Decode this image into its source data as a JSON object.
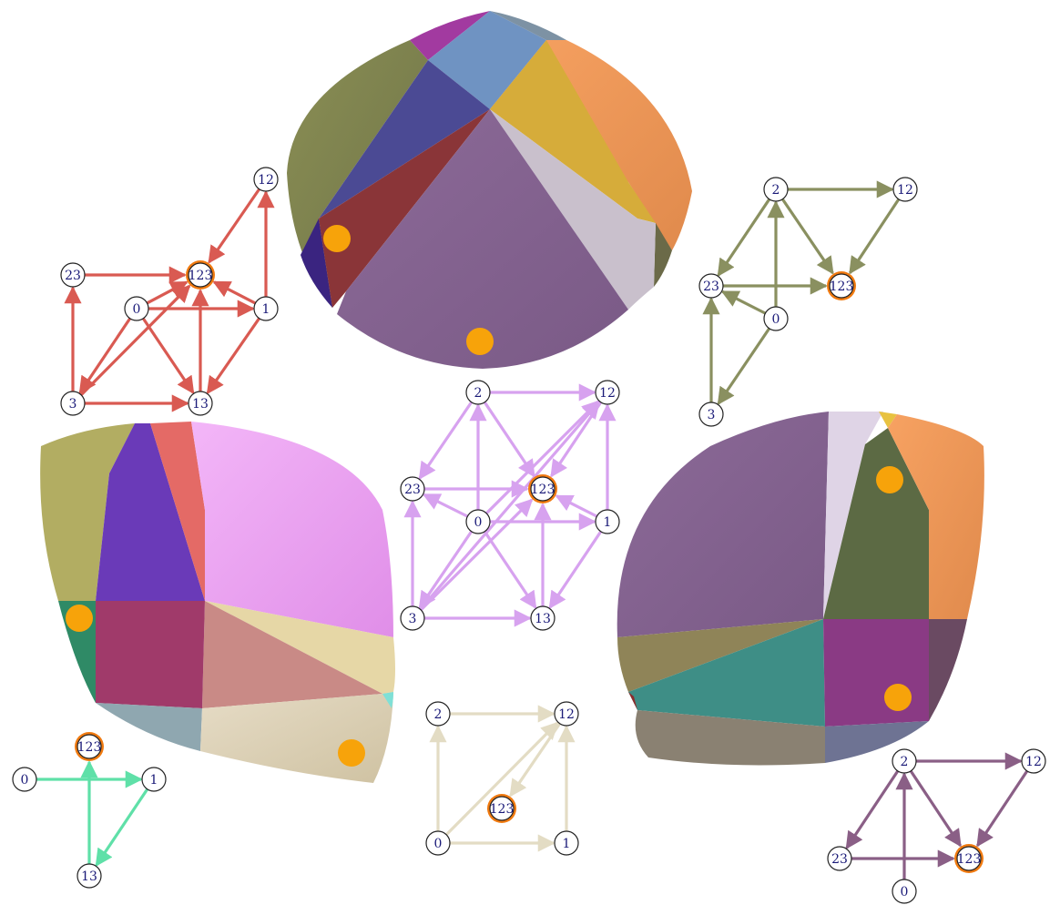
{
  "colors": {
    "red_graph": "#d95a52",
    "olive_graph": "#8a9060",
    "lilac_graph": "#d7a2ef",
    "mint_graph": "#5fe0a8",
    "beige_graph": "#e3dcc4",
    "plum_graph": "#8a5f86",
    "highlight_ring": "#f07a10",
    "marker": "#f7a30a",
    "node_text": "#1a1a78"
  },
  "graphs": {
    "red": {
      "nodes": [
        "0",
        "1",
        "3",
        "12",
        "13",
        "23",
        "123"
      ],
      "highlighted": "123",
      "edges": [
        [
          "0",
          "1"
        ],
        [
          "0",
          "13"
        ],
        [
          "0",
          "3"
        ],
        [
          "1",
          "12"
        ],
        [
          "1",
          "123"
        ],
        [
          "1",
          "13"
        ],
        [
          "3",
          "13"
        ],
        [
          "3",
          "23"
        ],
        [
          "3",
          "123"
        ],
        [
          "13",
          "123"
        ],
        [
          "23",
          "123"
        ],
        [
          "12",
          "123"
        ],
        [
          "0",
          "123"
        ]
      ]
    },
    "olive": {
      "nodes": [
        "0",
        "2",
        "3",
        "12",
        "23",
        "123"
      ],
      "highlighted": "123",
      "edges": [
        [
          "2",
          "12"
        ],
        [
          "2",
          "23"
        ],
        [
          "2",
          "123"
        ],
        [
          "12",
          "123"
        ],
        [
          "23",
          "123"
        ],
        [
          "0",
          "2"
        ],
        [
          "0",
          "23"
        ],
        [
          "0",
          "3"
        ],
        [
          "3",
          "23"
        ]
      ]
    },
    "lilac": {
      "nodes": [
        "0",
        "1",
        "2",
        "3",
        "12",
        "13",
        "23",
        "123"
      ],
      "highlighted": "123",
      "edges": [
        [
          "2",
          "12"
        ],
        [
          "2",
          "23"
        ],
        [
          "2",
          "123"
        ],
        [
          "0",
          "2"
        ],
        [
          "0",
          "23"
        ],
        [
          "0",
          "1"
        ],
        [
          "0",
          "13"
        ],
        [
          "0",
          "3"
        ],
        [
          "0",
          "12"
        ],
        [
          "1",
          "12"
        ],
        [
          "1",
          "123"
        ],
        [
          "1",
          "13"
        ],
        [
          "3",
          "13"
        ],
        [
          "3",
          "23"
        ],
        [
          "3",
          "12"
        ],
        [
          "3",
          "123"
        ],
        [
          "13",
          "123"
        ],
        [
          "12",
          "123"
        ],
        [
          "23",
          "123"
        ]
      ]
    },
    "mint": {
      "nodes": [
        "0",
        "1",
        "13",
        "123"
      ],
      "highlighted": "123",
      "edges": [
        [
          "0",
          "1"
        ],
        [
          "13",
          "123"
        ],
        [
          "1",
          "13"
        ]
      ]
    },
    "beige": {
      "nodes": [
        "0",
        "1",
        "2",
        "12",
        "123"
      ],
      "highlighted": "123",
      "edges": [
        [
          "0",
          "1"
        ],
        [
          "0",
          "2"
        ],
        [
          "0",
          "12"
        ],
        [
          "1",
          "12"
        ],
        [
          "2",
          "12"
        ],
        [
          "12",
          "123"
        ]
      ]
    },
    "plum": {
      "nodes": [
        "0",
        "2",
        "12",
        "23",
        "123"
      ],
      "highlighted": "123",
      "edges": [
        [
          "2",
          "12"
        ],
        [
          "2",
          "23"
        ],
        [
          "2",
          "123"
        ],
        [
          "12",
          "123"
        ],
        [
          "23",
          "123"
        ],
        [
          "0",
          "2"
        ]
      ]
    }
  }
}
